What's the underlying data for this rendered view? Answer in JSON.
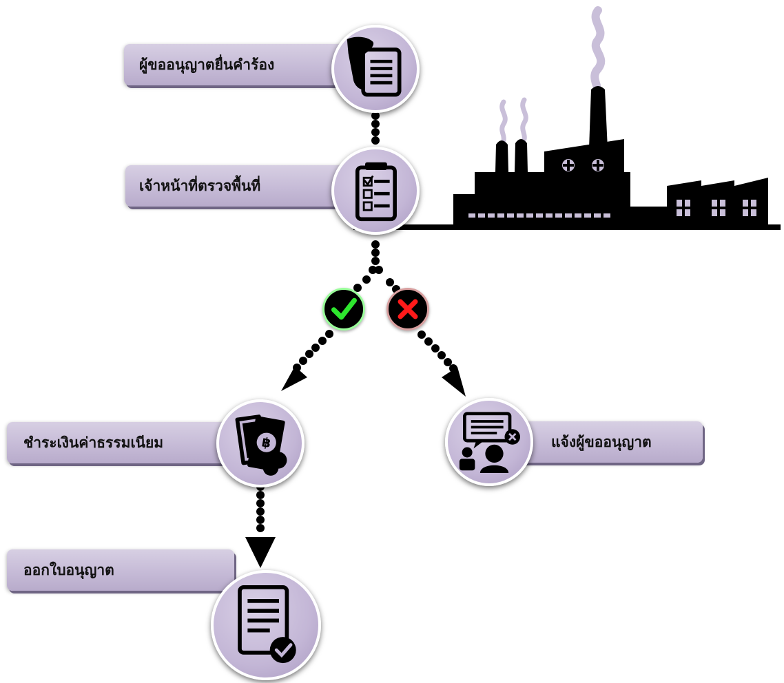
{
  "steps": {
    "apply": {
      "label": "ผู้ขออนุญาตยื่นคำร้อง",
      "icon": "hand-document-icon"
    },
    "inspect": {
      "label": "เจ้าหน้าที่ตรวจพื้นที่",
      "icon": "clipboard-checklist-icon"
    },
    "pay": {
      "label": "ชำระเงินค่าธรรมเนียม",
      "icon": "banknotes-coins-icon"
    },
    "notify": {
      "label": "แจ้งผู้ขออนุญาต",
      "icon": "message-people-reject-icon"
    },
    "issue": {
      "label": "ออกใบอนุญาต",
      "icon": "document-check-icon"
    }
  },
  "branches": {
    "approved": {
      "icon": "check-icon",
      "color": "#2ee62e"
    },
    "rejected": {
      "icon": "cross-icon",
      "color": "#ff1a1a"
    }
  },
  "decoration": {
    "icon": "factory-icon",
    "color": "#000000"
  },
  "colors": {
    "box": "#c6bbd7",
    "node": "#c3b6d6",
    "connector": "#000000"
  }
}
